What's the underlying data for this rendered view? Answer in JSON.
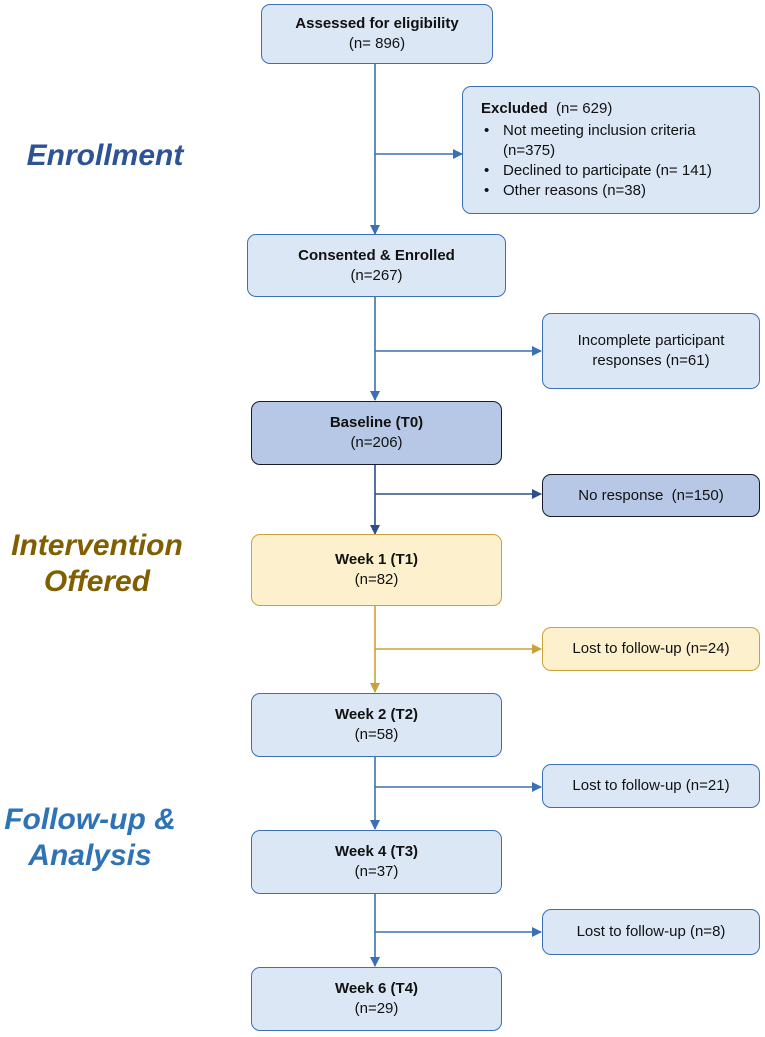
{
  "colors": {
    "blue_arrow": "#3b6fb6",
    "dark_arrow": "#2c4f8c",
    "gold_arrow": "#c9a23a",
    "enrollment_text": "#2e5395",
    "intervention_text": "#7f5f00",
    "followup_text": "#2e74b5"
  },
  "stages": {
    "enrollment": "Enrollment",
    "intervention_line1": "Intervention",
    "intervention_line2": "Offered",
    "followup_line1": "Follow-up &",
    "followup_line2": "Analysis"
  },
  "main_flow": {
    "assessed": {
      "title": "Assessed for eligibility",
      "count": "(n= 896)"
    },
    "consented": {
      "title": "Consented & Enrolled",
      "count": "(n=267)"
    },
    "baseline": {
      "title": "Baseline (T0)",
      "count": "(n=206)"
    },
    "week1": {
      "title": "Week 1 (T1)",
      "count": "(n=82)"
    },
    "week2": {
      "title": "Week 2 (T2)",
      "count": "(n=58)"
    },
    "week4": {
      "title": "Week 4 (T3)",
      "count": "(n=37)"
    },
    "week6": {
      "title": "Week 6 (T4)",
      "count": "(n=29)"
    }
  },
  "side_boxes": {
    "excluded": {
      "title": "Excluded",
      "count": "(n= 629)",
      "reasons": [
        {
          "line1": "Not meeting inclusion criteria",
          "line2": "(n=375)"
        },
        {
          "line1": "Declined to participate (n= 141)"
        },
        {
          "line1": "Other reasons (n=38)"
        }
      ]
    },
    "incomplete": {
      "line1": "Incomplete participant",
      "line2": "responses (n=61)"
    },
    "no_response": "No response  (n=150)",
    "lost_t1": "Lost to follow-up (n=24)",
    "lost_t2": "Lost to follow-up (n=21)",
    "lost_t3": "Lost to follow-up (n=8)"
  }
}
